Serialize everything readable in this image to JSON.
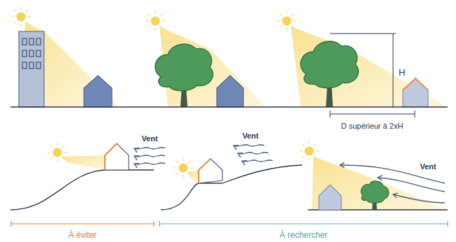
{
  "diagram": {
    "labels": [
      "H",
      "D supérieur à 2xH",
      "Vent",
      "Vent",
      "Vent",
      "À éviter",
      "À rechercher"
    ]
  }
}
